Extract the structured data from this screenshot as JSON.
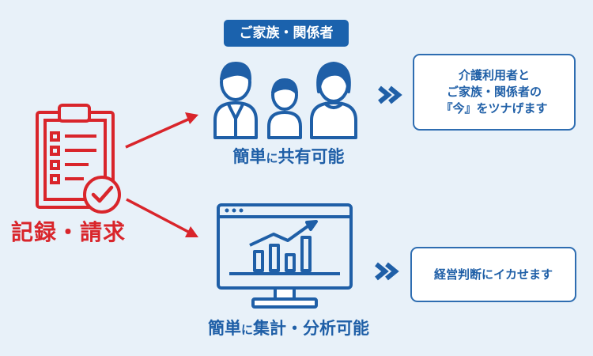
{
  "badge": {
    "label": "ご家族・関係者"
  },
  "left_label": "記録・請求",
  "captions": {
    "family_main": "簡単",
    "family_particle": "に",
    "family_rest": "共有可能",
    "monitor_main": "簡単",
    "monitor_particle": "に",
    "monitor_rest": "集計・分析可能"
  },
  "boxes": {
    "top_line1": "介護利用者と",
    "top_line2": "ご家族・関係者の",
    "top_line3": "『今』をツナげます",
    "bottom": "経営判断にイカせます"
  },
  "icons": {
    "clipboard": "clipboard-checklist-icon",
    "family": "family-people-icon",
    "monitor": "monitor-chart-icon",
    "arrows": "double-chevron-right-icon"
  },
  "colors": {
    "background": "#e8f1f9",
    "blue": "#1b62ad",
    "red": "#d9252b"
  }
}
